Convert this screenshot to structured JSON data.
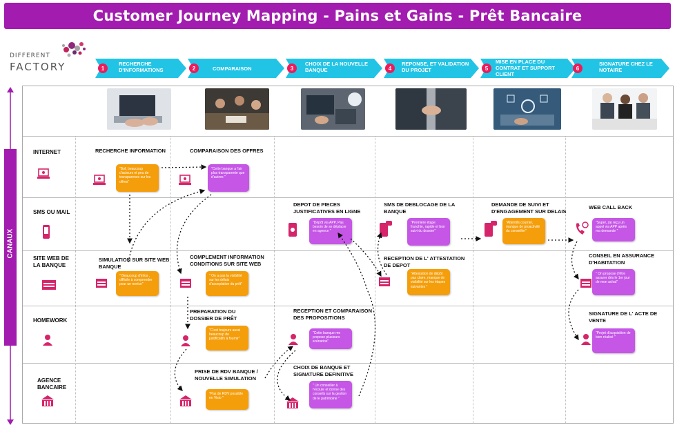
{
  "title": "Customer Journey Mapping - Pains et Gains - Prêt Bancaire",
  "logo": {
    "line1": "DIFFERENT",
    "line2": "FACTORY"
  },
  "side_label": "CANAUX",
  "colors": {
    "title_bg": "#a21caf",
    "stage_arrow": "#22c4e6",
    "stage_number": "#ec1c5b",
    "pain_note": "#f59e0b",
    "gain_note": "#c556e6",
    "icon": "#d6246b"
  },
  "stages": [
    {
      "num": "1",
      "label": "RECHERCHE D'INFORMATIONS"
    },
    {
      "num": "2",
      "label": "COMPARAISON"
    },
    {
      "num": "3",
      "label": "CHOIX DE LA NOUVELLE BANQUE"
    },
    {
      "num": "4",
      "label": "REPONSE, ET VALIDATION DU PROJET"
    },
    {
      "num": "5",
      "label": "MISE EN PLACE DU CONTRAT ET SUPPORT CLIENT"
    },
    {
      "num": "6",
      "label": "SIGNATURE CHEZ LE NOTAIRE"
    }
  ],
  "channels": [
    {
      "label": "INTERNET",
      "icon": "laptop-icon"
    },
    {
      "label": "SMS OU MAIL",
      "icon": "phone-icon"
    },
    {
      "label": "SITE WEB DE LA BANQUE",
      "icon": "browser-icon"
    },
    {
      "label": "HOMEWORK",
      "icon": "person-icon"
    },
    {
      "label": "AGENCE BANCAIRE",
      "icon": "bank-icon"
    }
  ],
  "touchpoints": {
    "recherche_information": "RECHERCHE INFORMATION",
    "comparaison_offres": "COMPARAISON DES OFFRES",
    "simulation_site": "SIMULATION SUR SITE WEB BANQUE",
    "complement_info": "COMPLEMENT INFORMATION CONDITIONS SUR SITE WEB",
    "preparation_dossier": "PREPARATION DU DOSSIER DE PRÊT",
    "prise_rdv": "PRISE DE RDV BANQUE / NOUVELLE SIMULATION",
    "depot_pieces": "DEPOT DE PIECES JUSTIFICATIVES EN LIGNE",
    "reception_comparaison": "RECEPTION ET COMPARAISON DES PROPOSITIONS",
    "choix_banque": "CHOIX DE BANQUE ET SIGNATURE DEFINITIVE",
    "sms_deblocage": "SMS DE DEBLOCAGE DE LA BANQUE",
    "reception_attestation": "RECEPTION DE L' ATTESTATION DE DEPOT",
    "demande_suivi": "DEMANDE DE SUIVI ET D'ENGAGEMENT SUR DELAIS",
    "web_call_back": "WEB CALL BACK",
    "conseil_assurance": "CONSEIL EN ASSURANCE D'HABITATION",
    "signature_acte": "SIGNATURE DE L' ACTE DE VENTE"
  },
  "notes": {
    "n1": "\"Bof, beaucoup d'acteurs et peu de transparence sur les offres\"",
    "n2": "\"Cette banque a l'air plus transparente que d'autres \"",
    "n3": "\" Beaucoup d'infos , difficile à comprendre pour un novice\"",
    "n4": "\" On a pas la visibilité sur les délais d'acceptation du prêt\"",
    "n5": "\"C'est toujours aussi beaucoup de justificatifs à fournir\"",
    "n6": "\"Pas de RDV possible en Visio \"",
    "n7": "\"Dépôt via APP, Pas besoin de se déplacer en agence \"",
    "n8": "\"Cette banque me propose plusieurs scénarios\"",
    "n9": "\" Un conseiller à l'écoute et donne des conseils sur la gestion de le patrimoine \"",
    "n10": "\"Première étape franchie, rapide et bon suivi du dossier\"",
    "n11": "\"Attestation de dépôt pas claire, manque de visibilité sur les étapes suivantes \"",
    "n12": "\"Attentifs courrier, manque de proactivité du conseiller\"",
    "n13": "\"Super, j'ai reçu un appel via APP après ma demande \"",
    "n14": "\" On propose d'être assurer dès le 1er jour de mon achat\"",
    "n15": "\"Projet d'acquisition de bien réalisé \""
  }
}
